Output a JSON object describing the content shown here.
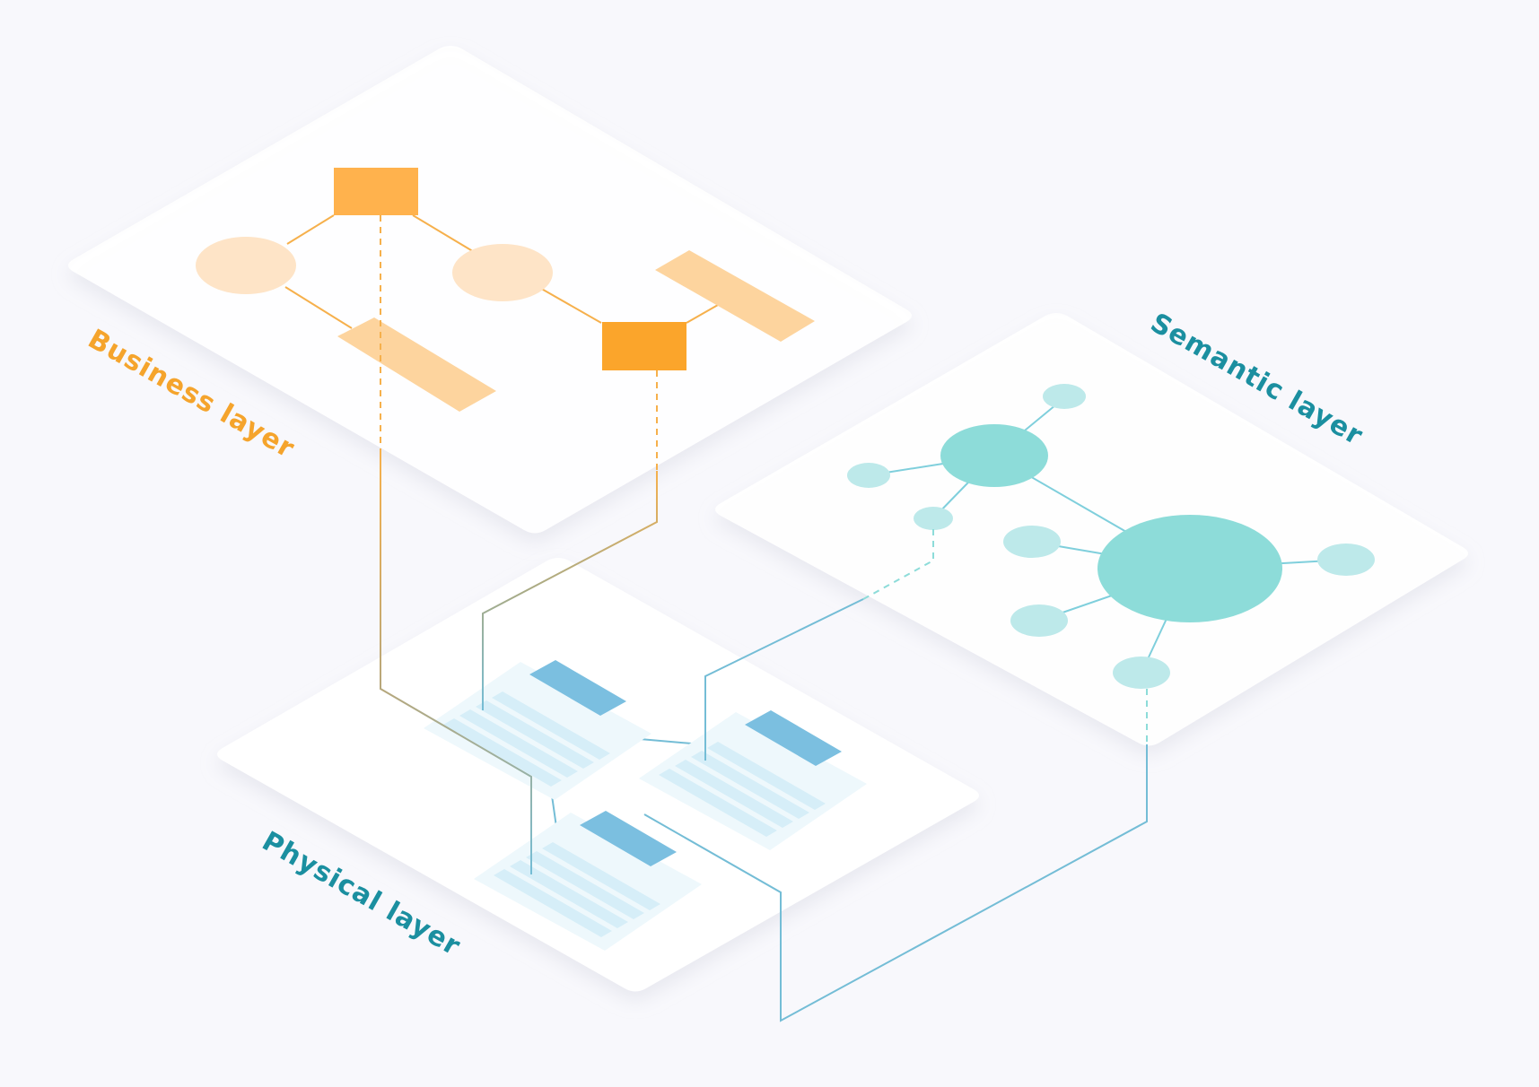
{
  "labels": {
    "business": "Business layer",
    "semantic": "Semantic layer",
    "physical": "Physical layer"
  },
  "colors": {
    "background": "#f8f8fc",
    "panel": "#ffffff",
    "business_label": "#f5a42c",
    "semantic_label": "#1b8fa0",
    "physical_label": "#1b8fa0",
    "business_box": "#ffb24d",
    "business_box_dark": "#fba52b",
    "business_bar": "#fdd49e",
    "business_ellipse": "#fee4c7",
    "business_line": "#f6b04c",
    "semantic_node": "#8ddcd9",
    "semantic_node_light": "#bde9ea",
    "semantic_line": "#7fcfdc",
    "physical_line": "#74bdd6",
    "table_header": "#7bbfe0",
    "table_row": "#d6eef8",
    "table_bg": "#eef8fc"
  }
}
